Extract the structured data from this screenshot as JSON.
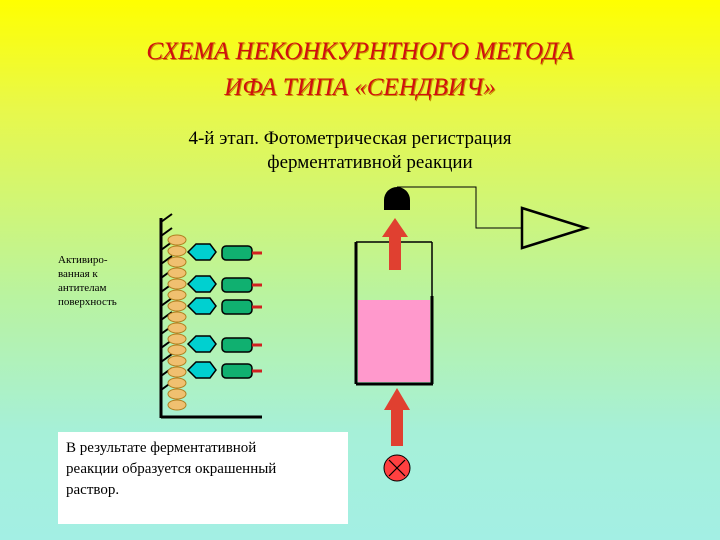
{
  "title": {
    "line1": "СХЕМА НЕКОНКУРНТНОГО МЕТОДА",
    "line2": "ИФА ТИПА «СЕНДВИЧ»"
  },
  "subtitle": {
    "line1": "4-й этап. Фотометрическая регистрация",
    "line2": "ферментативной реакции"
  },
  "side_label": {
    "line1": "Активиро-",
    "line2": "ванная к",
    "line3": "антителам",
    "line4": "поверхность"
  },
  "result_text": {
    "line1": "В результате ферментативной",
    "line2": "реакции образуется окрашенный",
    "line3": "раствор."
  },
  "colors": {
    "title": "#d01010",
    "solution": "#ff99cc",
    "arrow": "#e04030",
    "antigen": "#00d0d0",
    "conjugate": "#10b070",
    "bead": "#f0c070",
    "light_source": "#ff4040"
  }
}
